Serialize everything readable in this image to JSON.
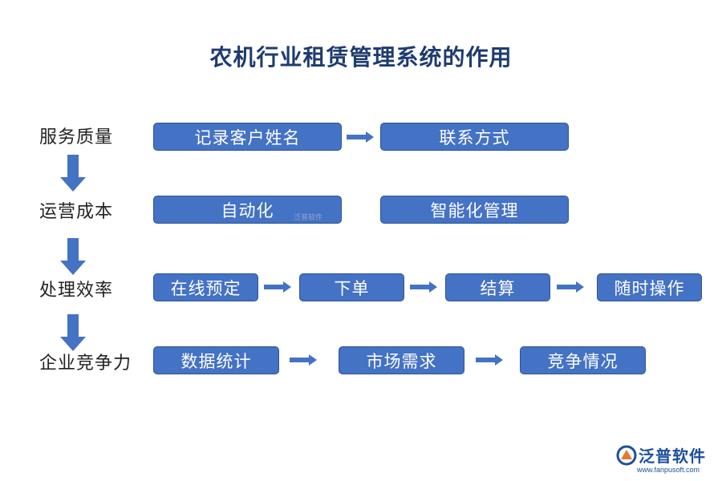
{
  "title": "农机行业租赁管理系统的作用",
  "rows": [
    {
      "label": "服务质量",
      "boxes": [
        "记录客户姓名",
        "联系方式"
      ]
    },
    {
      "label": "运营成本",
      "boxes": [
        "自动化",
        "智能化管理"
      ]
    },
    {
      "label": "处理效率",
      "boxes": [
        "在线预定",
        "下单",
        "结算",
        "随时操作"
      ]
    },
    {
      "label": "企业竞争力",
      "boxes": [
        "数据统计",
        "市场需求",
        "竞争情况"
      ]
    }
  ],
  "watermark": "泛普软件",
  "logo": {
    "name": "泛普软件",
    "url": "www.fanpusoft.com"
  },
  "colors": {
    "box_fill": "#4472c4",
    "box_border": "#2f5597",
    "arrow": "#4472c4",
    "title": "#1f3b70"
  }
}
